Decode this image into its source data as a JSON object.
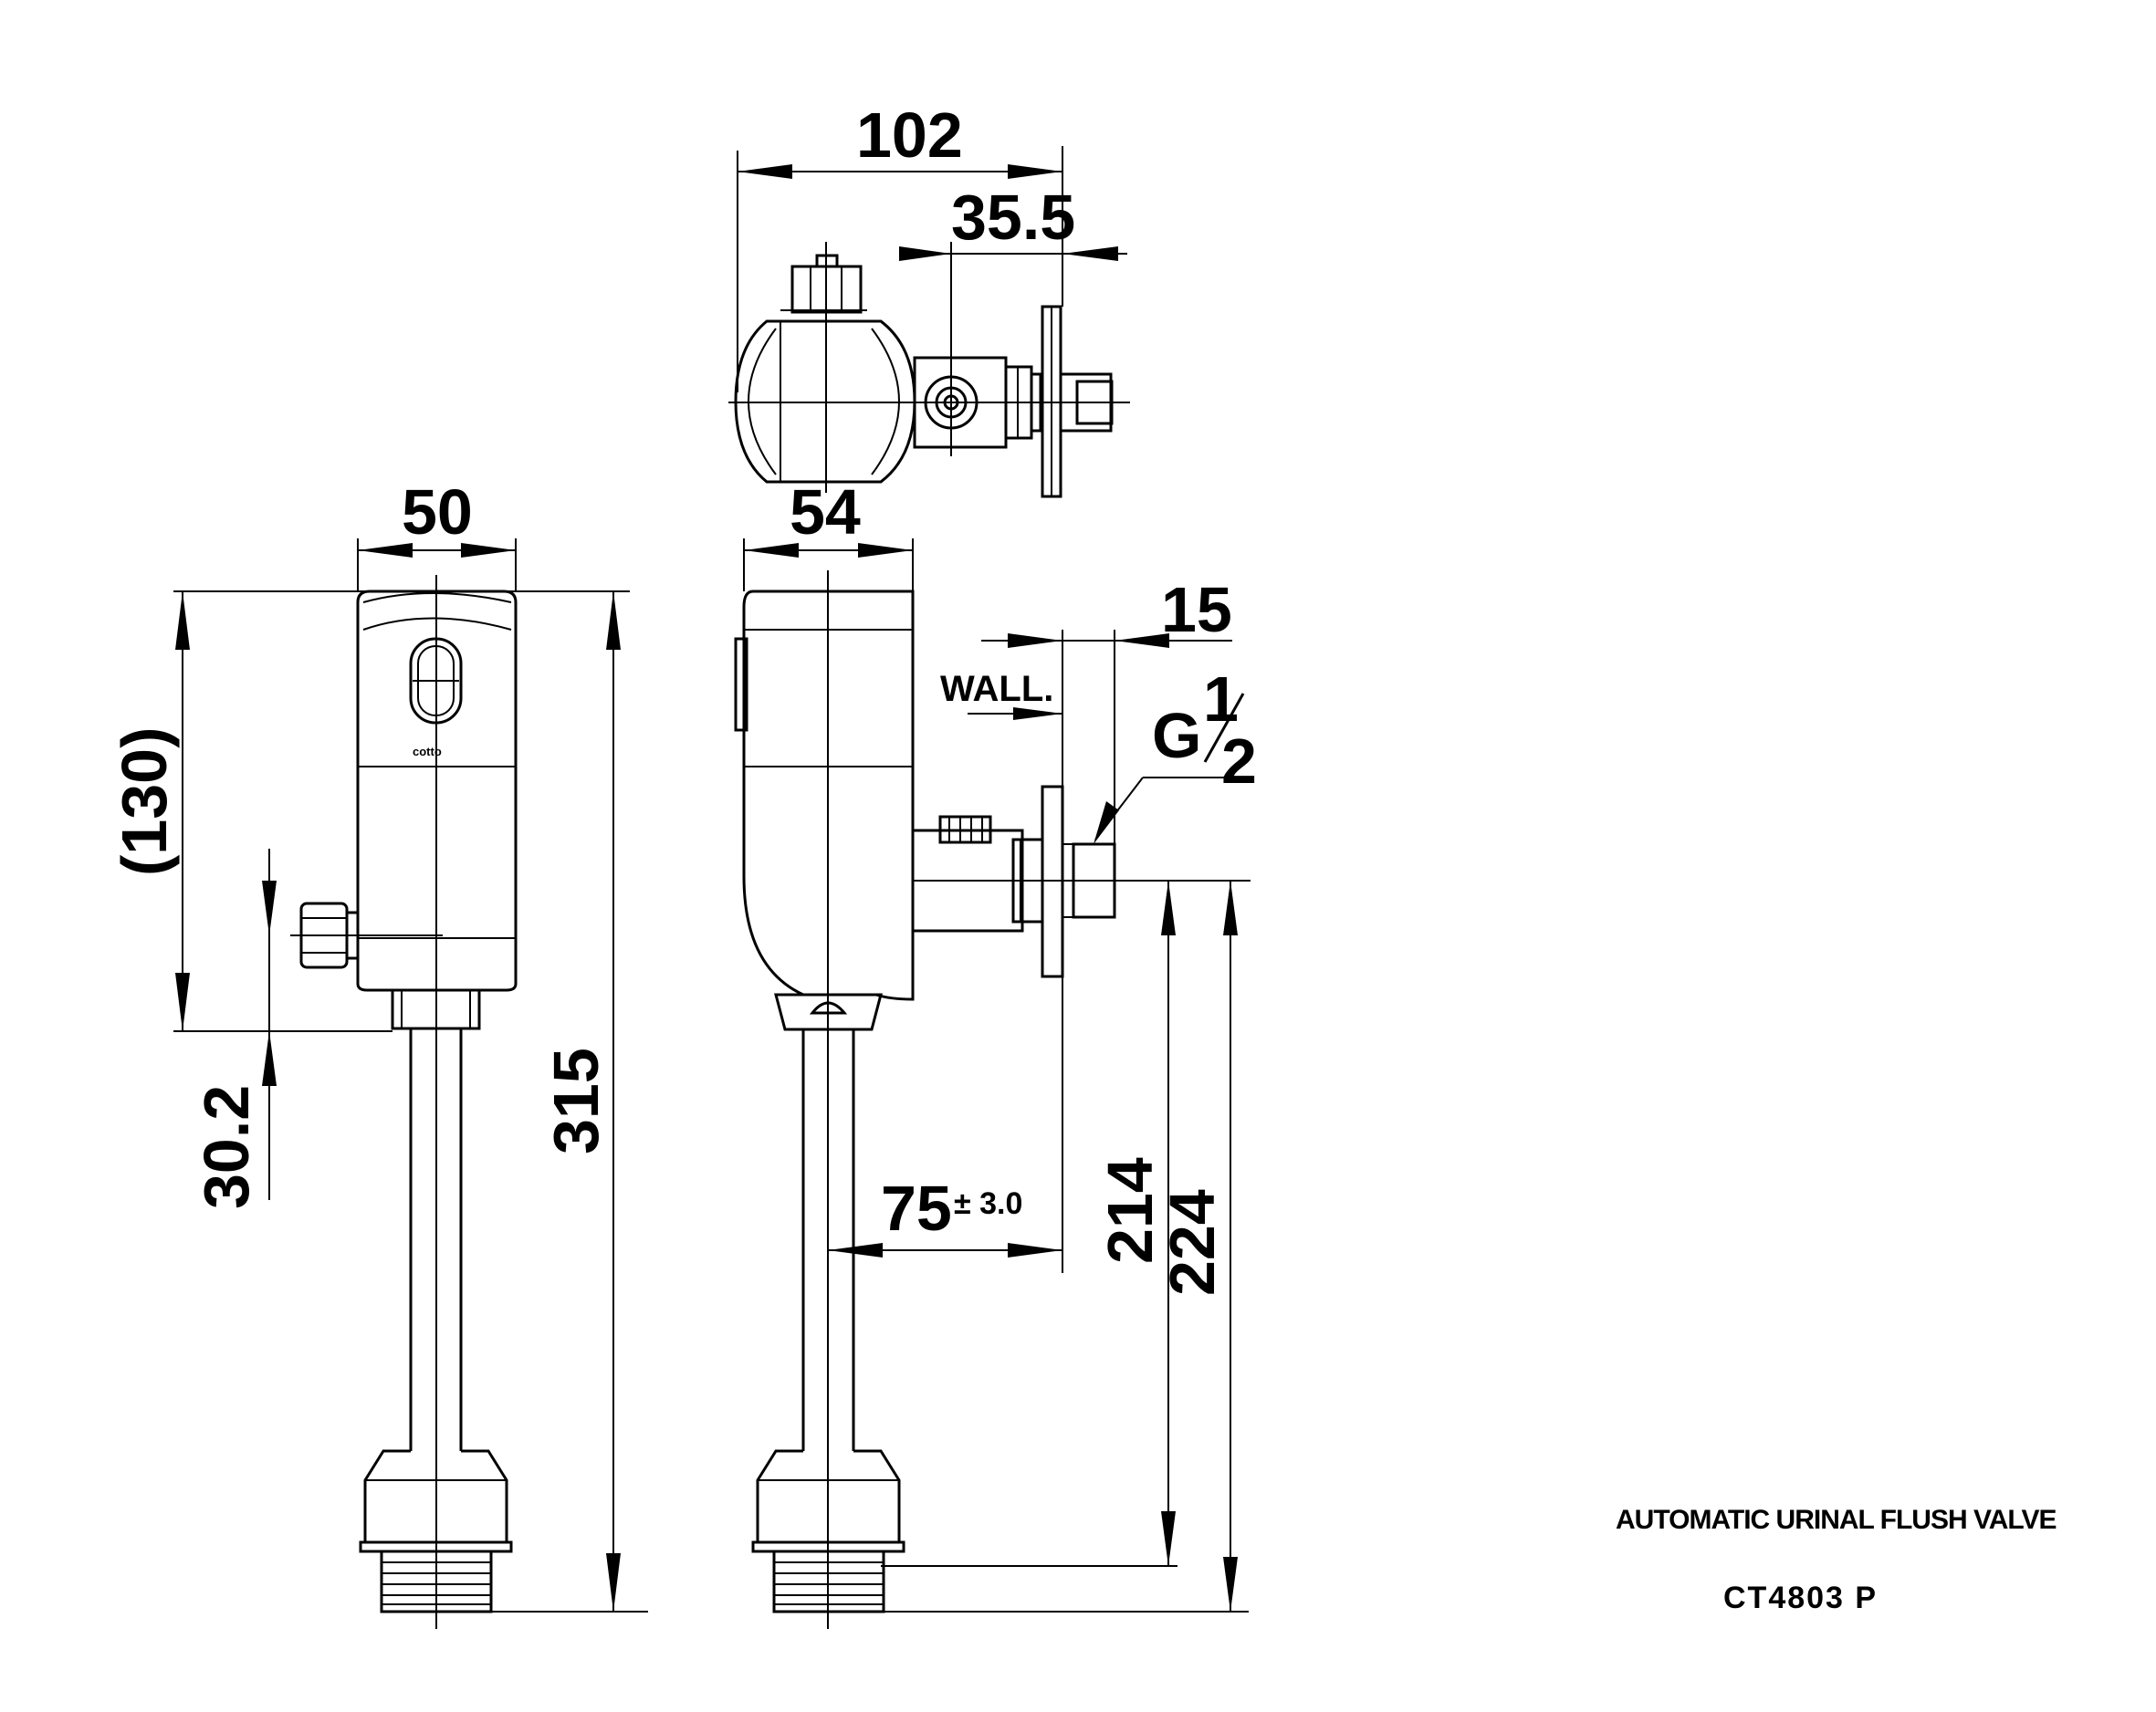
{
  "dimensions": {
    "top_width": "102",
    "top_offset": "35.5",
    "front_width": "50",
    "side_width": "54",
    "wall_offset": "15",
    "sensor_height": "(130)",
    "inlet_height": "30.2",
    "total_height": "315",
    "wall_distance": "75",
    "wall_tolerance": "± 3.0",
    "outlet_height_a": "214",
    "outlet_height_b": "224"
  },
  "labels": {
    "wall": "WALL.",
    "thread_g": "G",
    "thread_num": "1",
    "thread_den": "2",
    "brand": "cotto"
  },
  "title_block": {
    "product_name": "AUTOMATIC URINAL FLUSH VALVE",
    "model": "CT4803 P"
  }
}
